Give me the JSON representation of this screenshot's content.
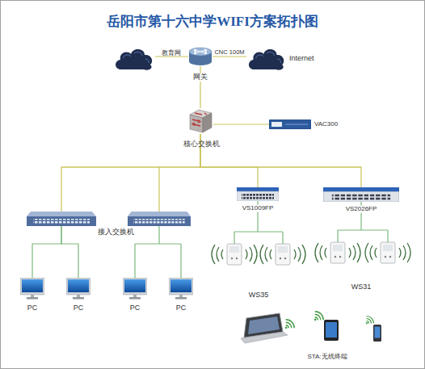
{
  "diagram": {
    "title": "岳阳市第十六中学WIFI方案拓扑图",
    "nodes": [
      {
        "text": [
          "网关"
        ]
      },
      {
        "text": [
          "Internet"
        ]
      },
      {
        "text": [
          "核心交换机"
        ]
      },
      {
        "text": [
          "VAC300"
        ]
      },
      {
        "text": [
          "接入交换机"
        ]
      },
      {
        "text": [
          "VS1009FP"
        ]
      },
      {
        "text": [
          "VS2026FP"
        ]
      },
      {
        "text": [
          "PC"
        ]
      },
      {
        "text": [
          "PC"
        ]
      },
      {
        "text": [
          "PC"
        ]
      },
      {
        "text": [
          "PC"
        ]
      }
    ],
    "edges": [
      {
        "from": 0,
        "to": 1,
        "arrow": "none",
        "label": "CNC 100M"
      },
      {
        "from": 0,
        "to": 2,
        "arrow": "none"
      },
      {
        "from": 2,
        "to": 3,
        "arrow": "none"
      },
      {
        "from": 2,
        "to": 4,
        "arrow": "none"
      },
      {
        "from": 2,
        "to": 5,
        "arrow": "none"
      },
      {
        "from": 2,
        "to": 6,
        "arrow": "none"
      },
      {
        "from": 4,
        "to": 7,
        "arrow": "none"
      },
      {
        "from": 4,
        "to": 8,
        "arrow": "none"
      }
    ],
    "labels": [
      "教育网",
      "WS35",
      "WS31",
      "STA:无线终端"
    ]
  }
}
